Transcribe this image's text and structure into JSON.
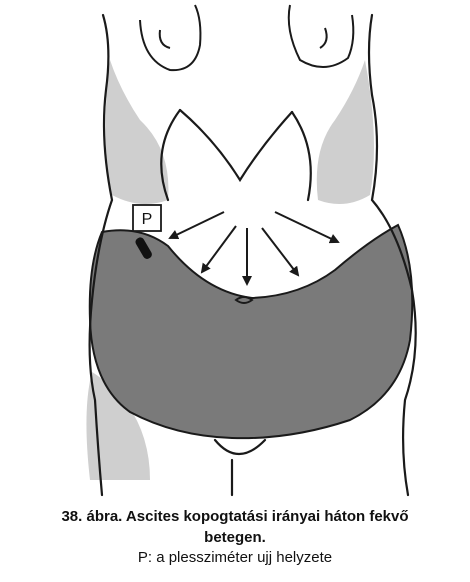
{
  "figure": {
    "marker_label": "P",
    "colors": {
      "outline": "#1a1a1a",
      "shading": "#cfcfcf",
      "fluid": "#7a7a7a",
      "background": "#ffffff"
    }
  },
  "caption": {
    "title_line1": "38. ábra. Ascites kopogtatási irányai háton fekvő",
    "title_line2": "betegen.",
    "subtitle": "P: a plessziméter ujj helyzete"
  }
}
